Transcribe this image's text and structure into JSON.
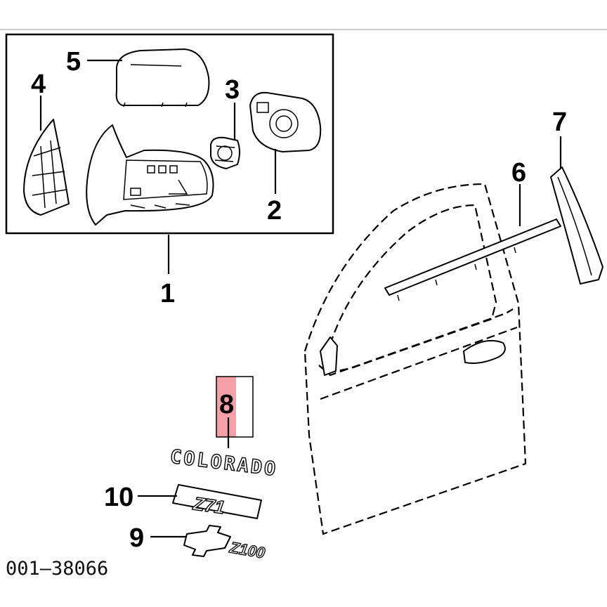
{
  "diagram": {
    "callouts": [
      {
        "id": "1",
        "label": "1"
      },
      {
        "id": "2",
        "label": "2"
      },
      {
        "id": "3",
        "label": "3"
      },
      {
        "id": "4",
        "label": "4"
      },
      {
        "id": "5",
        "label": "5"
      },
      {
        "id": "6",
        "label": "6"
      },
      {
        "id": "7",
        "label": "7"
      },
      {
        "id": "8",
        "label": "8"
      },
      {
        "id": "9",
        "label": "9"
      },
      {
        "id": "10",
        "label": "10"
      }
    ],
    "emblems": {
      "colorado": "COLORADO",
      "z71": "Z71",
      "z100": "Z100"
    },
    "reference_number": "001–38066",
    "highlight_color": "#f4a0a6"
  }
}
